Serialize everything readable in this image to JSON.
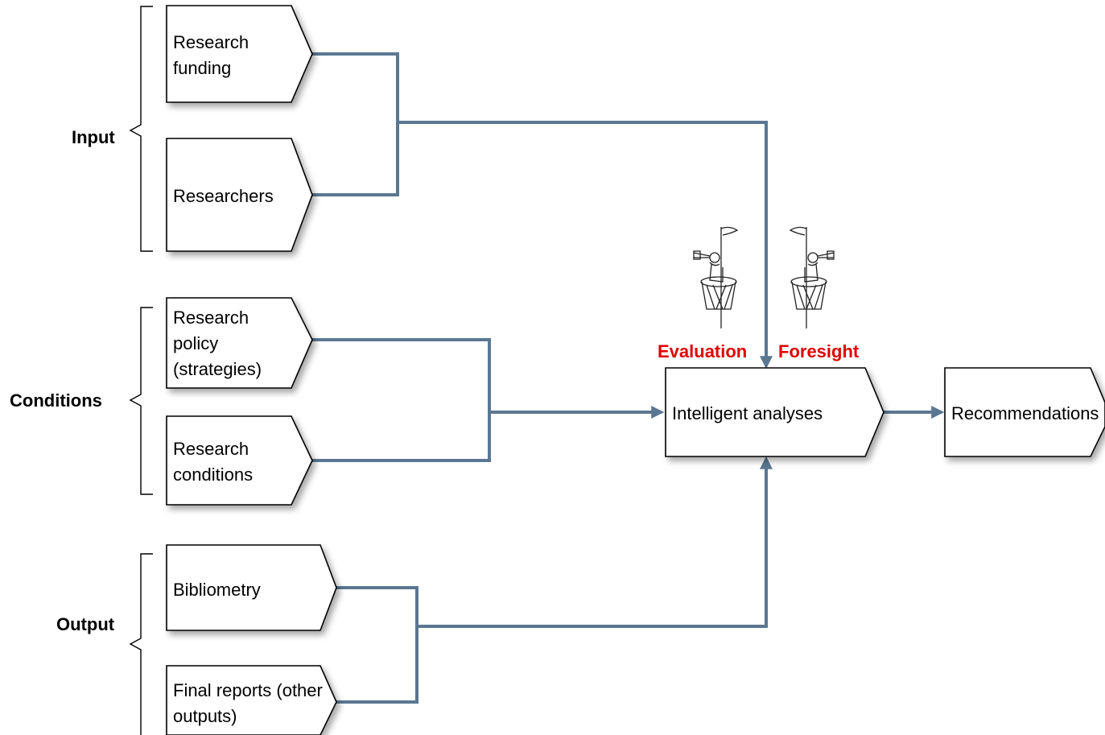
{
  "groups": {
    "input": "Input",
    "conditions": "Conditions",
    "output": "Output"
  },
  "boxes": {
    "research_funding": [
      "Research",
      "funding"
    ],
    "researchers": [
      "Researchers"
    ],
    "research_policy": [
      "Research",
      "policy",
      "(strategies)"
    ],
    "research_conditions": [
      "Research",
      "conditions"
    ],
    "bibliometry": [
      "Bibliometry"
    ],
    "final_reports": [
      "Final reports (other",
      "outputs)"
    ],
    "intelligent_analyses": [
      "Intelligent analyses"
    ],
    "recommendations": [
      "Recommendations"
    ]
  },
  "labels": {
    "evaluation": "Evaluation",
    "foresight": "Foresight"
  },
  "colors": {
    "connector": "#5a7791",
    "highlight": "#e00000"
  }
}
